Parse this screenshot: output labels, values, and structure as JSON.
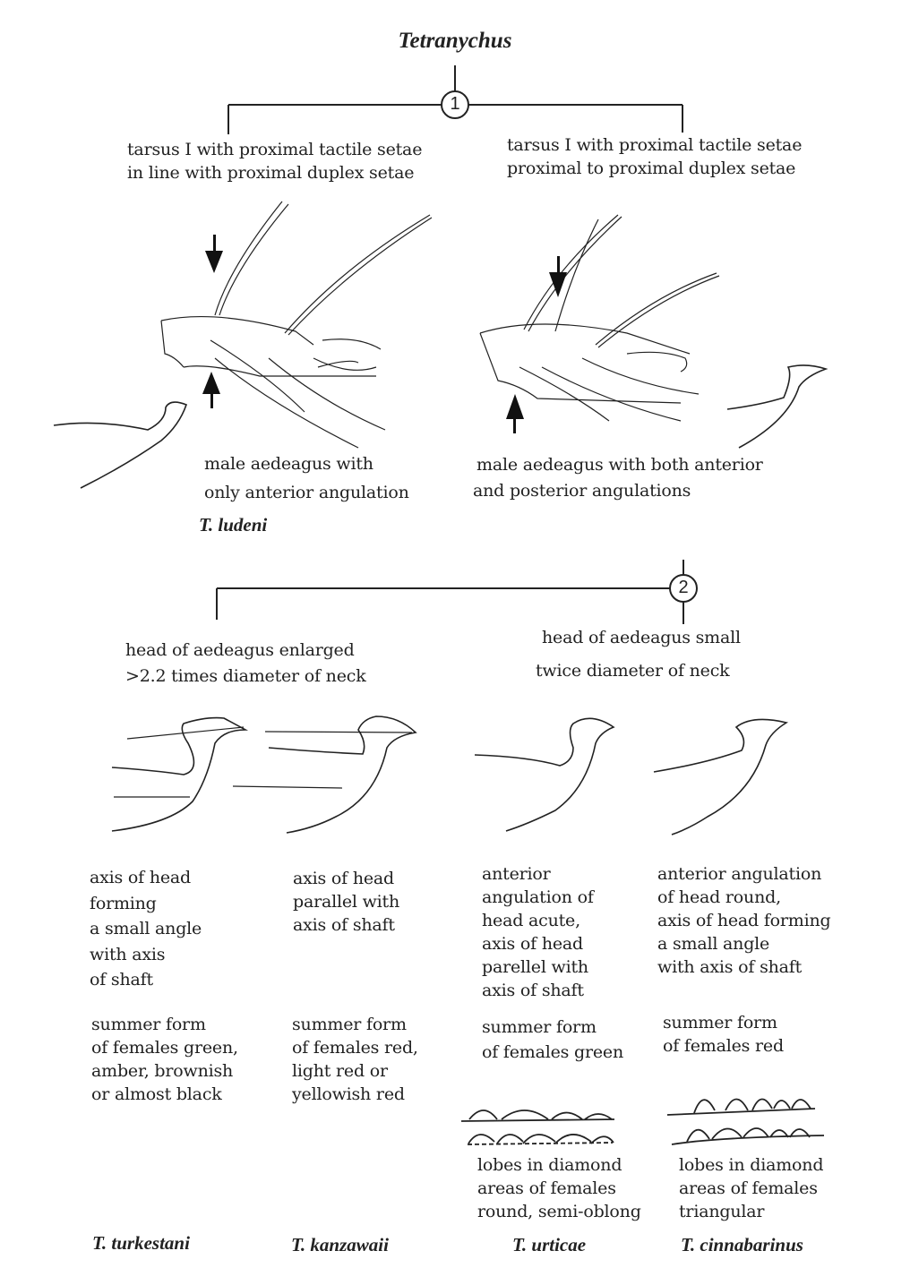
{
  "title": "Tetranychus",
  "couplet1": {
    "number": "1",
    "left": [
      "tarsus I with proximal tactile setae",
      "in line with proximal duplex setae"
    ],
    "right": [
      "tarsus I with proximal tactile setae",
      "proximal to proximal duplex setae"
    ],
    "left_aedeagus": [
      "male aedeagus with",
      "only anterior angulation"
    ],
    "right_aedeagus": [
      "male aedeagus with both anterior",
      "and posterior angulations"
    ],
    "left_species": "T. ludeni"
  },
  "couplet2": {
    "number": "2",
    "left": [
      "head of aedeagus enlarged",
      ">2.2 times diameter of neck"
    ],
    "right": [
      "head of aedeagus small",
      "twice diameter of neck"
    ]
  },
  "columns": [
    {
      "axis": [
        "axis of head",
        "forming",
        "a small angle",
        "with axis",
        "of shaft"
      ],
      "summer": [
        "summer form",
        "of females green,",
        "amber, brownish",
        "or almost black"
      ],
      "species": "T. turkestani"
    },
    {
      "axis": [
        "axis of head",
        "parallel with",
        "axis of shaft"
      ],
      "summer": [
        "summer form",
        "of females red,",
        "light red or",
        "yellowish red"
      ],
      "species": "T. kanzawaii"
    },
    {
      "axis": [
        "anterior",
        "angulation of",
        "head acute,",
        "axis of head",
        "parellel with",
        "axis of shaft"
      ],
      "summer": [
        "summer form",
        "of females green"
      ],
      "lobes": [
        "lobes in diamond",
        "areas of females",
        "round, semi-oblong"
      ],
      "species": "T. urticae"
    },
    {
      "axis": [
        "anterior angulation",
        "of head round,",
        "axis of head forming",
        "a small angle",
        "with axis of shaft"
      ],
      "summer": [
        "summer form",
        "of females red"
      ],
      "lobes": [
        "lobes in diamond",
        "areas of females",
        "triangular"
      ],
      "species": "T. cinnabarinus"
    }
  ]
}
